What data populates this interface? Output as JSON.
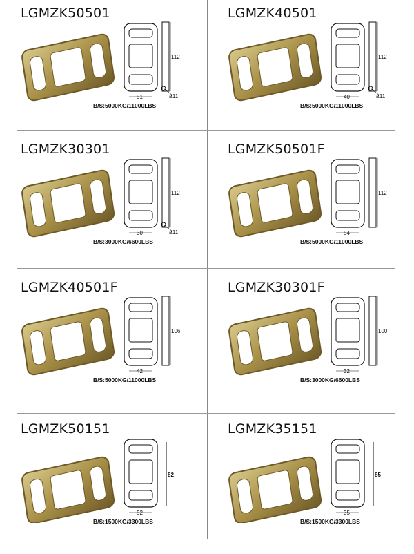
{
  "products": [
    {
      "model": "LGMZK50501",
      "strength": "B/S:5000KG/11000LBS",
      "width": "51",
      "height": "112",
      "diameter": "ø11",
      "style": "wire"
    },
    {
      "model": "LGMZK40501",
      "strength": "B/S:5000KG/11000LBS",
      "width": "40",
      "height": "112",
      "diameter": "ø11",
      "style": "wire"
    },
    {
      "model": "LGMZK30301",
      "strength": "B/S:3000KG/6600LBS",
      "width": "30",
      "height": "112",
      "diameter": "ø11",
      "style": "wire"
    },
    {
      "model": "LGMZK50501F",
      "strength": "B/S:5000KG/11000LBS",
      "width": "54",
      "height": "112",
      "style": "flat"
    },
    {
      "model": "LGMZK40501F",
      "strength": "B/S:5000KG/11000LBS",
      "width": "42",
      "height": "106",
      "style": "flat"
    },
    {
      "model": "LGMZK30301F",
      "strength": "B/S:3000KG/6600LBS",
      "width": "32",
      "height": "100",
      "style": "flat"
    },
    {
      "model": "LGMZK50151",
      "strength": "B/S:1500KG/3300LBS",
      "width": "52",
      "height": "82",
      "style": "sheet"
    },
    {
      "model": "LGMZK35151",
      "strength": "B/S:1500KG/3300LBS",
      "width": "35",
      "height": "85",
      "style": "sheet"
    }
  ],
  "colors": {
    "brass": "#a89048",
    "brass_dark": "#6e5a28",
    "brass_light": "#d8c98a"
  }
}
